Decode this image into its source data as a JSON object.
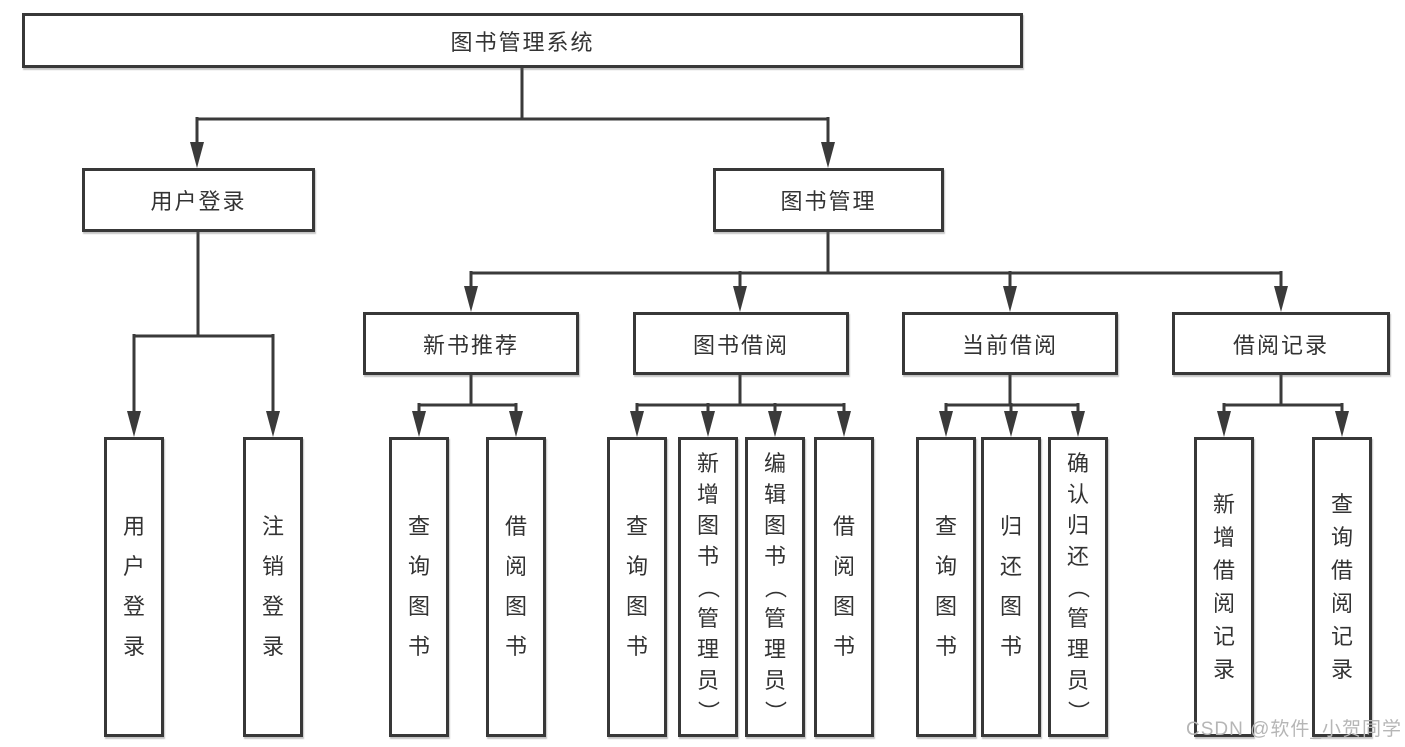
{
  "tree": {
    "label": "图书管理系统",
    "children": [
      {
        "label": "用户登录",
        "children": [
          {
            "label": "用户登录"
          },
          {
            "label": "注销登录"
          }
        ]
      },
      {
        "label": "图书管理",
        "children": [
          {
            "label": "新书推荐",
            "children": [
              {
                "label": "查询图书"
              },
              {
                "label": "借阅图书"
              }
            ]
          },
          {
            "label": "图书借阅",
            "children": [
              {
                "label": "查询图书"
              },
              {
                "label": "新增图书（管理员）"
              },
              {
                "label": "编辑图书（管理员）"
              },
              {
                "label": "借阅图书"
              }
            ]
          },
          {
            "label": "当前借阅",
            "children": [
              {
                "label": "查询图书"
              },
              {
                "label": "归还图书"
              },
              {
                "label": "确认归还（管理员）"
              }
            ]
          },
          {
            "label": "借阅记录",
            "children": [
              {
                "label": "新增借阅记录"
              },
              {
                "label": "查询借阅记录"
              }
            ]
          }
        ]
      }
    ]
  },
  "watermark": {
    "text": "CSDN @软件_小贺同学"
  },
  "colors": {
    "line": "#3a3a3a",
    "box_border": "#383838",
    "text": "#333333",
    "watermark": "#b6b6b6",
    "background": "#ffffff"
  }
}
